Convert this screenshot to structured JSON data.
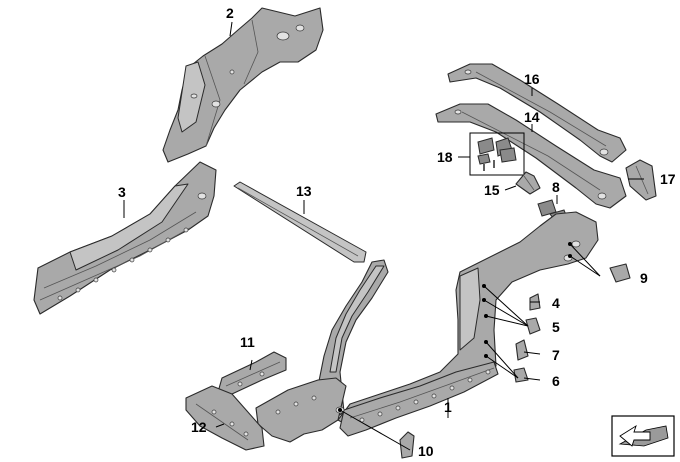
{
  "diagram": {
    "callouts": [
      "1",
      "2",
      "3",
      "4",
      "5",
      "6",
      "7",
      "8",
      "9",
      "10",
      "11",
      "12",
      "13",
      "14",
      "15",
      "16",
      "17",
      "18"
    ]
  },
  "icons": {
    "corner_symbol": "vehicle-side-arrow-icon"
  }
}
